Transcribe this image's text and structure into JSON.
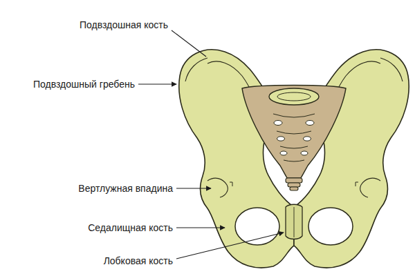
{
  "diagram": {
    "labels": [
      "Подвздошная кость",
      "Подвздошный гребень",
      "Вертлужная впадина",
      "Седалищная кость",
      "Лобковая кость"
    ]
  }
}
